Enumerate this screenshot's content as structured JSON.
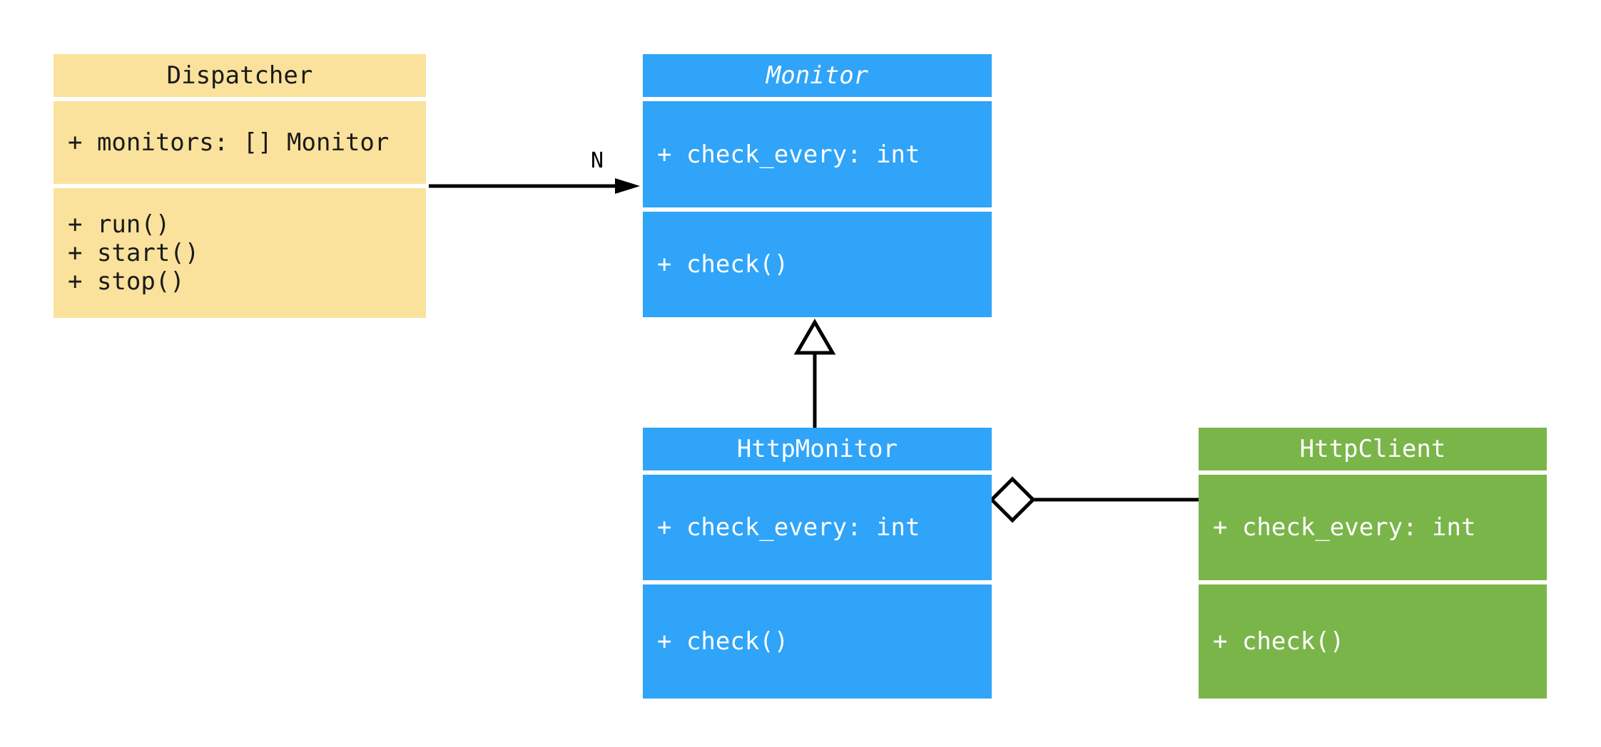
{
  "diagram": {
    "kind": "uml-class-diagram",
    "background": "#FFFFFF"
  },
  "classes": {
    "dispatcher": {
      "title": "Dispatcher",
      "abstract": false,
      "fill": "#FAE29C",
      "text_color": "#1A1A1A",
      "attributes": [
        "+ monitors: [] Monitor"
      ],
      "methods": [
        "+ run()",
        "+ start()",
        "+ stop()"
      ]
    },
    "monitor": {
      "title": "Monitor",
      "abstract": true,
      "fill": "#2FA4F8",
      "text_color": "#FFFFFF",
      "attributes": [
        "+ check_every: int"
      ],
      "methods": [
        "+ check()"
      ]
    },
    "http_monitor": {
      "title": "HttpMonitor",
      "abstract": false,
      "fill": "#2FA4F8",
      "text_color": "#FFFFFF",
      "attributes": [
        "+ check_every: int"
      ],
      "methods": [
        "+ check()"
      ]
    },
    "http_client": {
      "title": "HttpClient",
      "abstract": false,
      "fill": "#7AB54A",
      "text_color": "#FFFFFF",
      "attributes": [
        "+ check_every: int"
      ],
      "methods": [
        "+ check()"
      ]
    }
  },
  "relationships": {
    "dispatcher_to_monitor": {
      "type": "association-arrow",
      "from": "Dispatcher",
      "to": "Monitor",
      "label": "N"
    },
    "http_monitor_to_monitor": {
      "type": "inheritance-hollow-triangle",
      "from": "HttpMonitor",
      "to": "Monitor"
    },
    "http_monitor_to_http_client": {
      "type": "aggregation-hollow-diamond",
      "from": "HttpMonitor",
      "to": "HttpClient"
    }
  },
  "colors": {
    "class_yellow": "#FAE29C",
    "class_blue": "#2FA4F8",
    "class_green": "#7AB54A",
    "edge_stroke": "#000000",
    "section_gap": "#FFFFFF"
  }
}
